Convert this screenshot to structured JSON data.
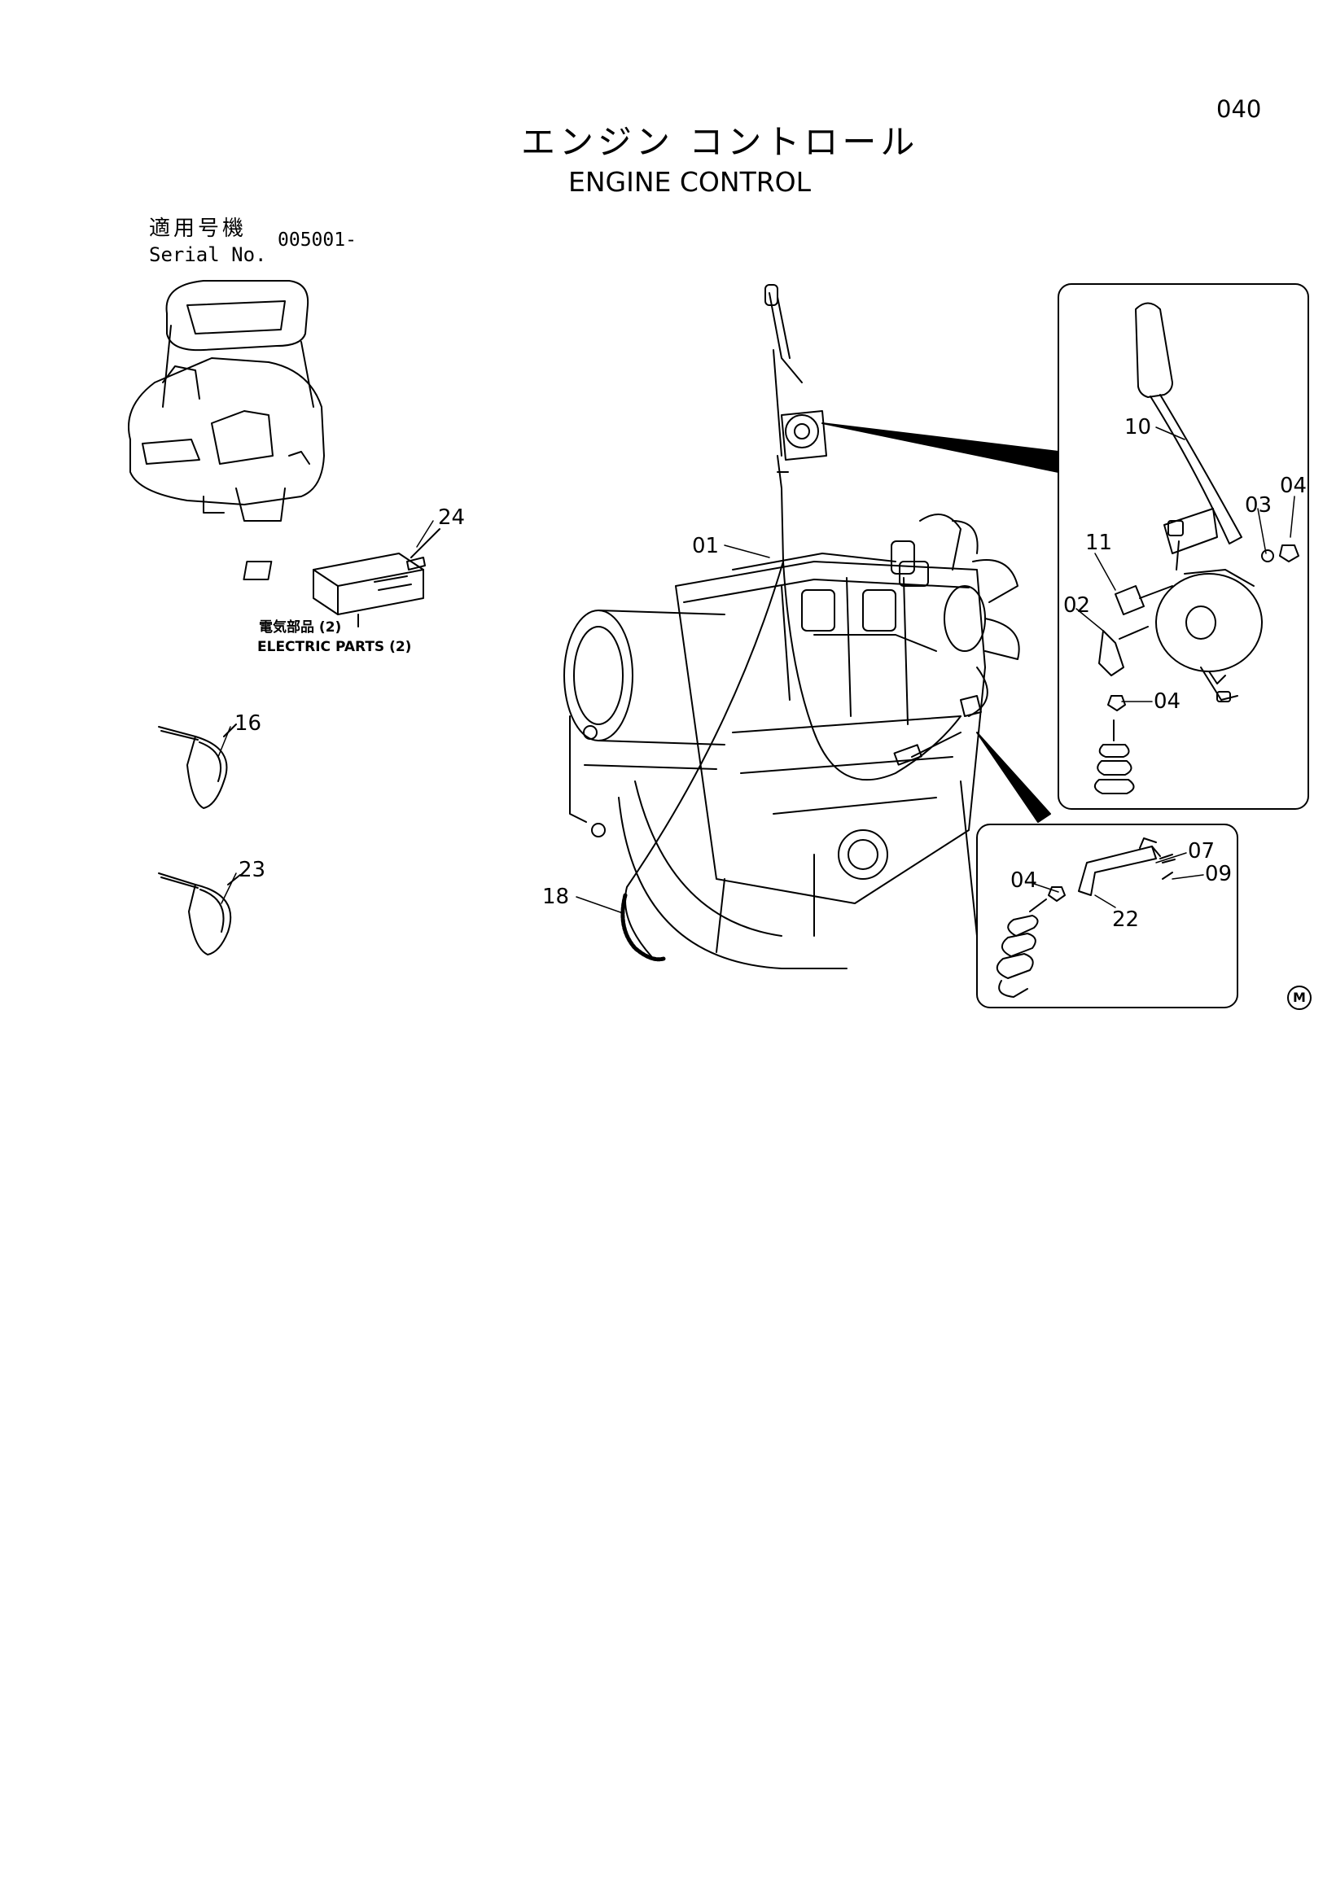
{
  "page_number": "040",
  "title": {
    "japanese": "エンジン コントロール",
    "english": "ENGINE CONTROL"
  },
  "serial": {
    "label_japanese": "適用号機",
    "label_english": "Serial No.",
    "value": "005001-"
  },
  "electric_parts": {
    "japanese": "電気部品 (2)",
    "english": "ELECTRIC PARTS (2)"
  },
  "callouts": {
    "c01": "01",
    "c02": "02",
    "c03": "03",
    "c04_top": "04",
    "c04_mid": "04",
    "c04_bottom": "04",
    "c07": "07",
    "c09": "09",
    "c10": "10",
    "c11": "11",
    "c16": "16",
    "c18": "18",
    "c22": "22",
    "c23": "23",
    "c24": "24"
  },
  "mark": "M",
  "illustrations": [
    "cab-icon",
    "engine-assembly",
    "throttle-lever-detail",
    "bracket-detail",
    "cable-tie",
    "monitor-panel"
  ]
}
